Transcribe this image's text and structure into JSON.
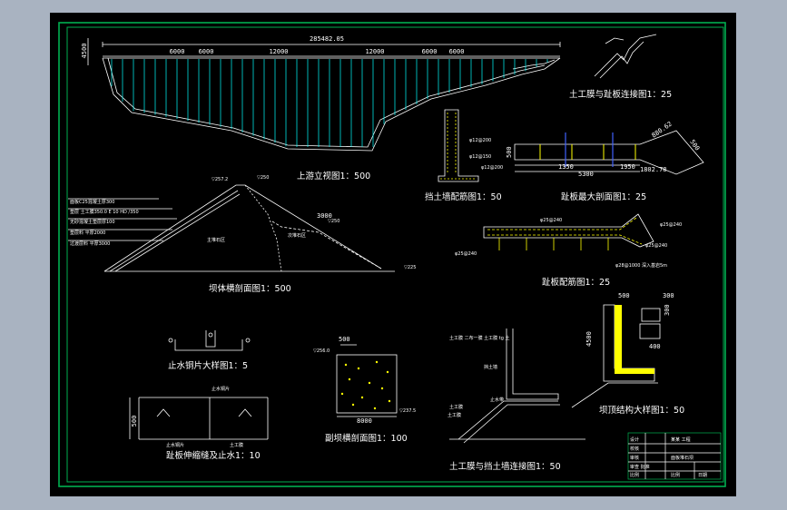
{
  "colors": {
    "background": "#a9b3c1",
    "paper": "#000000",
    "frame": "#00b050",
    "line": "#ffffff",
    "rebar": "#ffff00",
    "cyan": "#00ffff",
    "blue": "#4060ff"
  },
  "elevation": {
    "title": "上游立视图1：500",
    "total": "285482.05",
    "spans_top": [
      "6000",
      "6000",
      "12000",
      "12000",
      "6000",
      "6000"
    ],
    "height": "4500"
  },
  "section": {
    "title": "坝体横剖面图1：500",
    "crest_dim": "3000",
    "zone_main": "主堆石区",
    "zone_secondary": "次堆石区",
    "layers": [
      "面板C25混凝土厚300",
      "垫层 土工膜350.0 E 10 HD /350",
      "无砂混凝土垫层厚100",
      "垫层料 平厚2000",
      "过渡层料 平厚3000"
    ],
    "el_crest": "▽257.2",
    "el_right": "▽250",
    "el_mid": "▽250",
    "el_base": "▽225"
  },
  "wall": {
    "title": "挡土墙配筋图1：50",
    "labels": [
      "φ12@200",
      "φ12@150",
      "φ12@200"
    ]
  },
  "slab": {
    "title": "趾板最大剖面图1：25",
    "dims": [
      "1350",
      "1950",
      "5300",
      "1802.78",
      "500",
      "880.62",
      "500"
    ]
  },
  "rebar": {
    "title": "趾板配筋图1：25",
    "labels": [
      "φ25@240",
      "φ25@240",
      "φ25@240",
      "φ25@240"
    ],
    "anchor": "φ28@1000 深入基岩5m"
  },
  "membrane1": {
    "title": "土工膜与趾板连接图1：25"
  },
  "waterstop": {
    "title": "止水铜片大样图1：5"
  },
  "joint": {
    "title": "趾板伸缩缝及止水1：10",
    "dim": "500",
    "notes": [
      "止水铜片",
      "止水铜片",
      "土工膜"
    ]
  },
  "spillway": {
    "title": "副坝横剖面图1：100",
    "top": "500",
    "width": "8000",
    "el_top": "▽256.0",
    "el_bot": "▽237.5"
  },
  "membrane2": {
    "title": "土工膜与挡土墙连接图1：50",
    "notes": [
      "土工膜 二布一膜 土工膜 tg 土",
      "挡土墙",
      "止水带",
      "土工膜",
      "土工膜"
    ]
  },
  "crest": {
    "title": "坝顶结构大样图1：50",
    "dims": [
      "500",
      "300",
      "4500",
      "400",
      "300"
    ]
  },
  "titleblock": {
    "rows": [
      "设计",
      "校核",
      "审核",
      "审查 批准",
      "比例"
    ],
    "project": "某某 工程",
    "drawing": "面板堆石坝",
    "scale_label": "比例",
    "date_label": "日期"
  }
}
